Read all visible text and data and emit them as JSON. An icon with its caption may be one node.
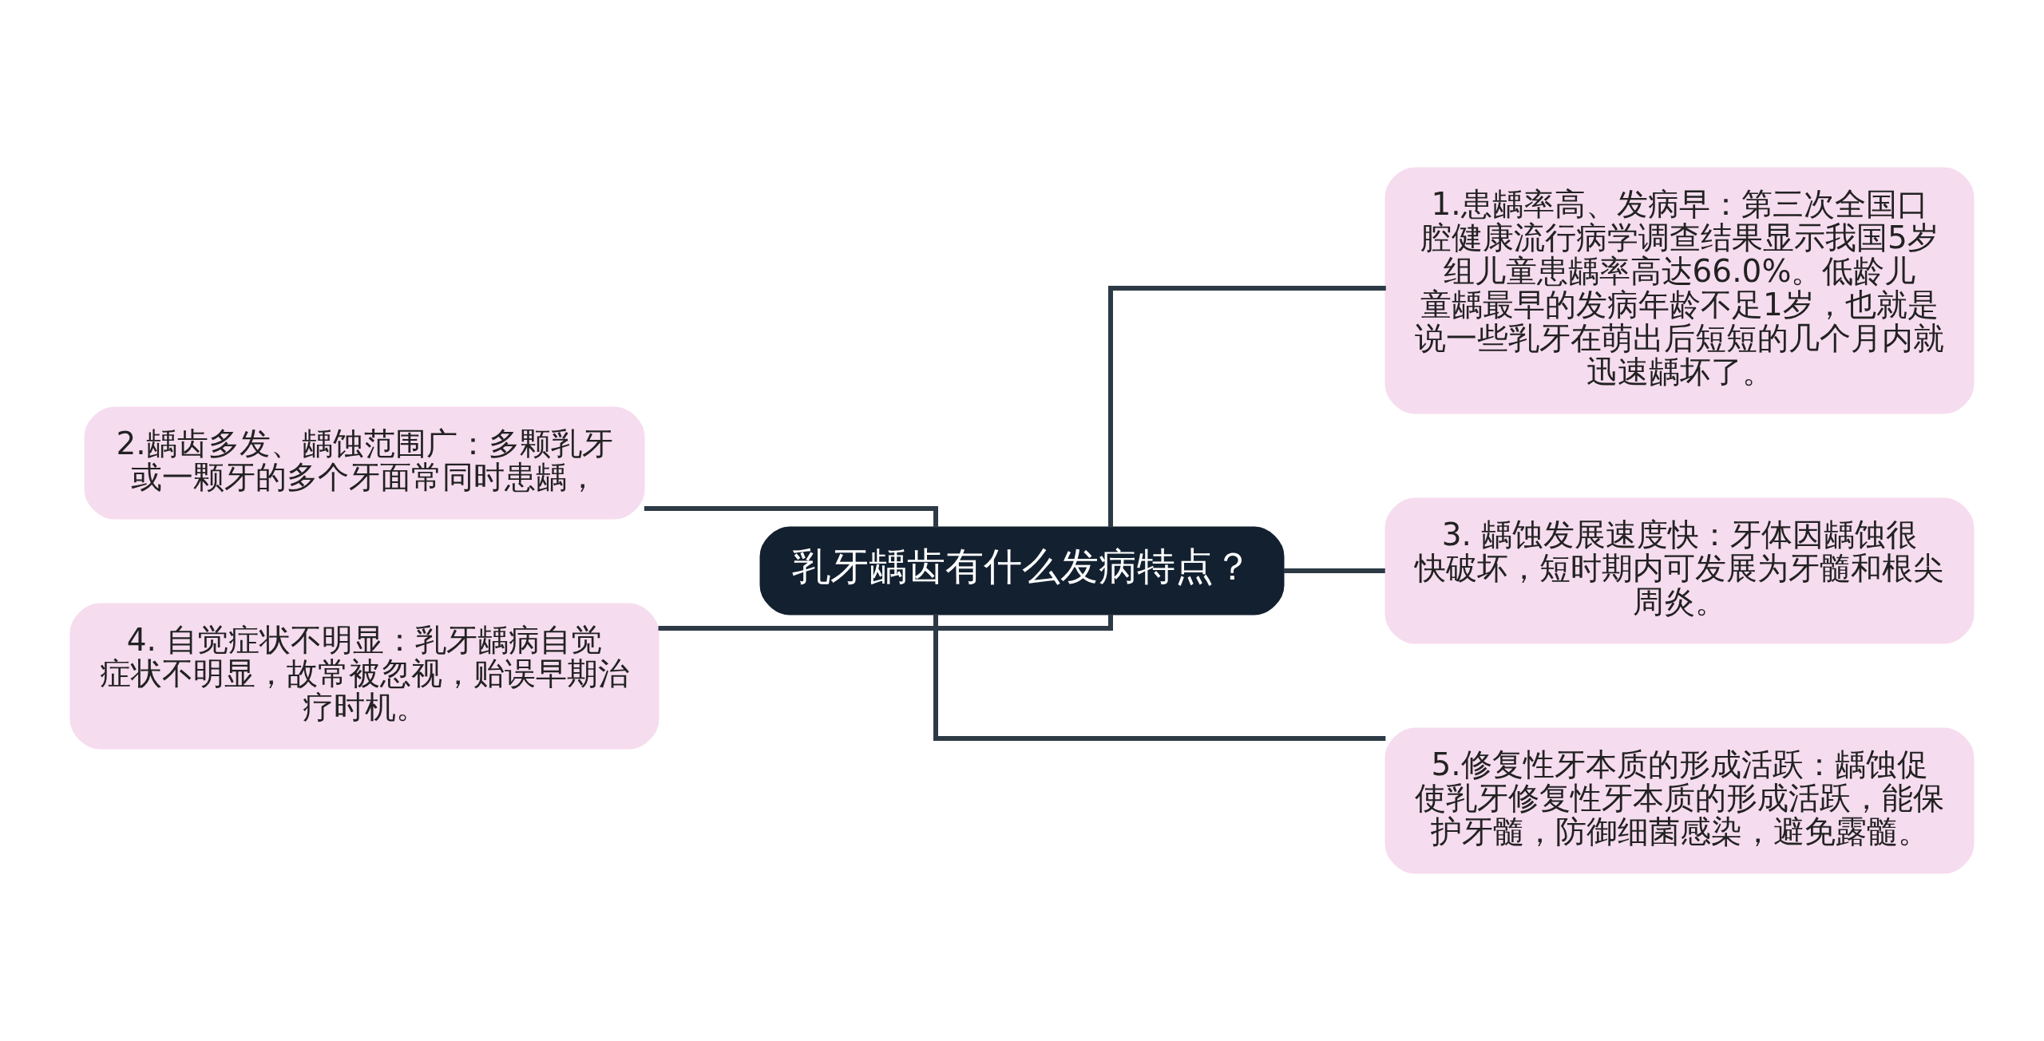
{
  "diagram": {
    "nodes": [
      {
        "text": [
          "乳牙龋齿有什么发病特点？"
        ]
      },
      {
        "text": [
          "1.患龋率高、发病早：第三次全国口腔健康流行病学调查结果显示我国5岁组儿童患龋率高达66.0%。低龄儿童龋最早的发病年龄不足1岁，也就是说一些乳牙在萌出后短短的几个月内就迅速龋坏了。"
        ]
      },
      {
        "text": [
          "2.龋齿多发、龋蚀范围广：多颗乳牙或一颗牙的多个牙面常同时患龋，"
        ]
      },
      {
        "text": [
          "3. 龋蚀发展速度快：牙体因龋蚀很快破坏，短时期内可发展为牙髓和根尖周炎。"
        ]
      },
      {
        "text": [
          "4. 自觉症状不明显：乳牙龋病自觉症状不明显，故常被忽视，贻误早期治疗时机。"
        ]
      },
      {
        "text": [
          "5.修复性牙本质的形成活跃：龋蚀促使乳牙修复性牙本质的形成活跃，能保护牙髓，防御细菌感染，避免露髓。"
        ]
      }
    ],
    "edges": [
      {
        "from": 0,
        "to": 1,
        "arrow": "none"
      },
      {
        "from": 0,
        "to": 2,
        "arrow": "none"
      },
      {
        "from": 0,
        "to": 3,
        "arrow": "none"
      },
      {
        "from": 0,
        "to": 4,
        "arrow": "none"
      },
      {
        "from": 0,
        "to": 5,
        "arrow": "none"
      }
    ]
  }
}
